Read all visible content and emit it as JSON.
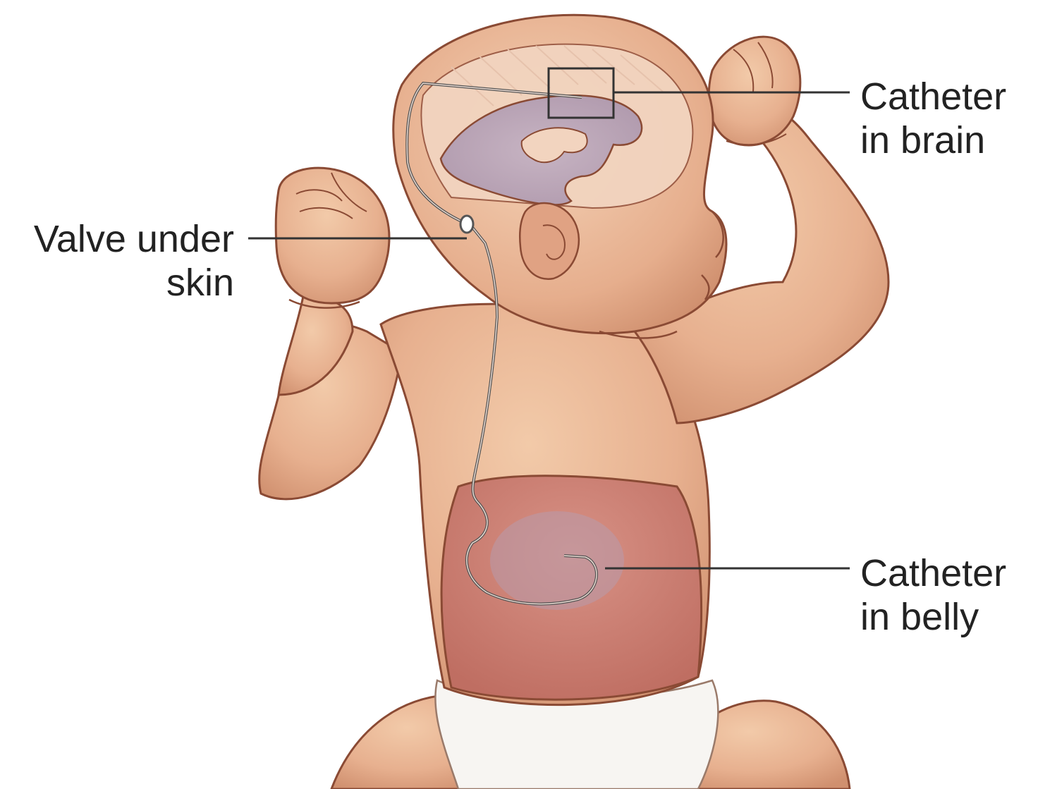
{
  "diagram": {
    "callouts": {
      "catheter_brain": {
        "line1": "Catheter",
        "line2": "in brain"
      },
      "valve": {
        "line1": "Valve under",
        "line2": "skin"
      },
      "catheter_belly": {
        "line1": "Catheter",
        "line2": "in belly"
      }
    },
    "colors": {
      "skin": "#e3aa8c",
      "skin_light": "#f2caa9",
      "skin_outline": "#8a4a34",
      "ventricle": "#b9a4b6",
      "belly": "#c97a6e",
      "catheter": "#555555",
      "leader_line": "#333333",
      "diaper": "#f7f5f2"
    }
  }
}
